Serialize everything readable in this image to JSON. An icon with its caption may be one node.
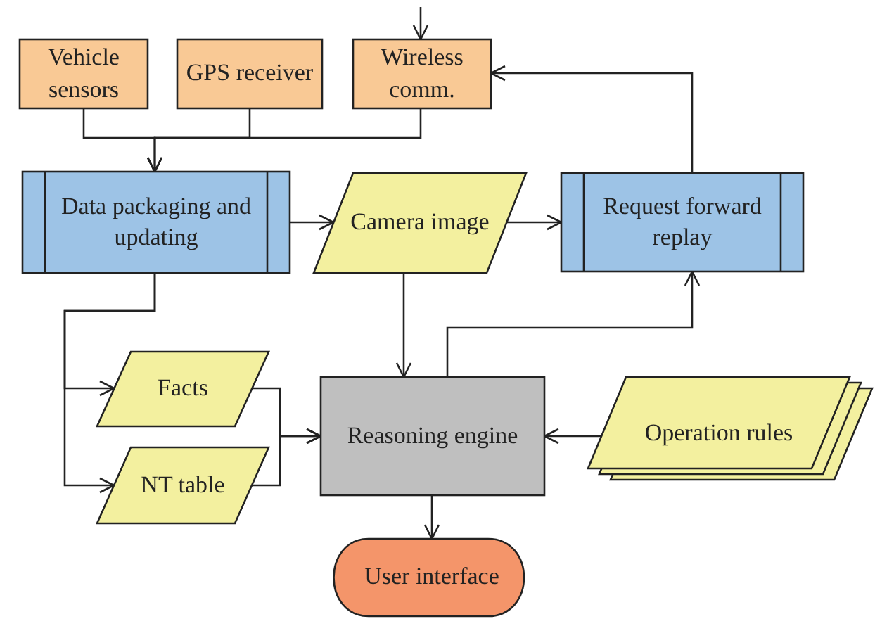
{
  "diagram": {
    "nodes": [
      {
        "text": [
          "Vehicle sensors"
        ]
      },
      {
        "text": [
          "GPS receiver"
        ]
      },
      {
        "text": [
          "Wireless comm."
        ]
      },
      {
        "text": [
          "Data packaging and updating"
        ]
      },
      {
        "text": [
          "Camera image"
        ]
      },
      {
        "text": [
          "Request forward replay"
        ]
      },
      {
        "text": [
          "Facts"
        ]
      },
      {
        "text": [
          "NT table"
        ]
      },
      {
        "text": [
          "Reasoning engine"
        ]
      },
      {
        "text": [
          "Operation rules"
        ]
      },
      {
        "text": [
          "User interface"
        ]
      }
    ],
    "edges": [
      {
        "from": null,
        "to": 2,
        "arrow": "to"
      },
      {
        "from": 0,
        "to": 3,
        "arrow": "to"
      },
      {
        "from": 1,
        "to": 3,
        "arrow": "to"
      },
      {
        "from": 2,
        "to": 3,
        "arrow": "to"
      },
      {
        "from": 3,
        "to": 4,
        "arrow": "to"
      },
      {
        "from": 4,
        "to": 5,
        "arrow": "to"
      },
      {
        "from": 5,
        "to": 2,
        "arrow": "to"
      },
      {
        "from": 3,
        "to": 6,
        "arrow": "to"
      },
      {
        "from": 3,
        "to": 7,
        "arrow": "to"
      },
      {
        "from": 4,
        "to": 8,
        "arrow": "to"
      },
      {
        "from": 6,
        "to": 8,
        "arrow": "to"
      },
      {
        "from": 7,
        "to": 8,
        "arrow": "to"
      },
      {
        "from": 8,
        "to": 5,
        "arrow": "to"
      },
      {
        "from": 9,
        "to": 8,
        "arrow": "to"
      },
      {
        "from": 8,
        "to": 10,
        "arrow": "to"
      }
    ]
  }
}
